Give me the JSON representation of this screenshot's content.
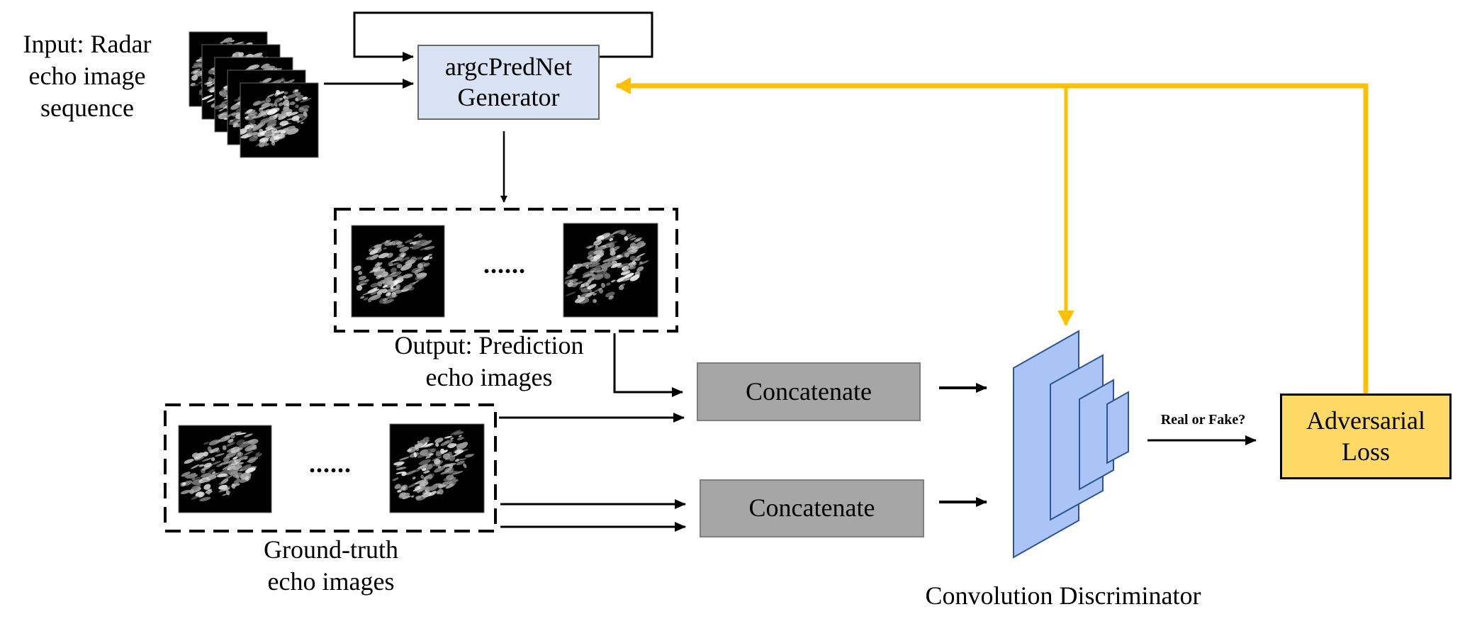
{
  "diagram": {
    "title": "argcPredNet GAN radar echo prediction architecture",
    "input": {
      "label": "Input: Radar echo image sequence",
      "label_lines": [
        "Input: Radar",
        "echo image",
        "sequence"
      ],
      "image_count": 5
    },
    "generator": {
      "label_lines": [
        "argcPredNet",
        "Generator"
      ],
      "fill": "#dae3f3"
    },
    "prediction_output": {
      "label_lines": [
        "Output: Prediction",
        "echo images"
      ],
      "ellipsis": "......"
    },
    "ground_truth": {
      "label_lines": [
        "Ground-truth",
        "echo images"
      ],
      "ellipsis": "......"
    },
    "concatenate_blocks": [
      {
        "label": "Concatenate",
        "fill": "#a6a6a6"
      },
      {
        "label": "Concatenate",
        "fill": "#a6a6a6"
      }
    ],
    "discriminator": {
      "label": "Convolution Discriminator",
      "fill": "#a9c4f5",
      "stroke": "#2f5597"
    },
    "decision": {
      "label": "Real or Fake?"
    },
    "adversarial_loss": {
      "label_lines": [
        "Adversarial",
        "Loss"
      ],
      "fill": "#ffd966"
    },
    "colors": {
      "feedback_arrow": "#ffc000",
      "arrow": "#000000"
    },
    "edges": [
      {
        "from": "input-sequence",
        "to": "generator"
      },
      {
        "from": "generator",
        "to": "generator",
        "type": "recurrent-loop"
      },
      {
        "from": "generator",
        "to": "prediction-output"
      },
      {
        "from": "prediction-output",
        "to": "concatenate-1"
      },
      {
        "from": "ground-truth",
        "to": "concatenate-1"
      },
      {
        "from": "ground-truth",
        "to": "concatenate-2"
      },
      {
        "from": "ground-truth",
        "to": "concatenate-2"
      },
      {
        "from": "concatenate-1",
        "to": "discriminator"
      },
      {
        "from": "concatenate-2",
        "to": "discriminator"
      },
      {
        "from": "discriminator",
        "to": "adversarial-loss",
        "label": "Real or Fake?"
      },
      {
        "from": "adversarial-loss",
        "to": "generator",
        "type": "feedback"
      },
      {
        "from": "adversarial-loss",
        "to": "discriminator",
        "type": "feedback"
      }
    ]
  }
}
